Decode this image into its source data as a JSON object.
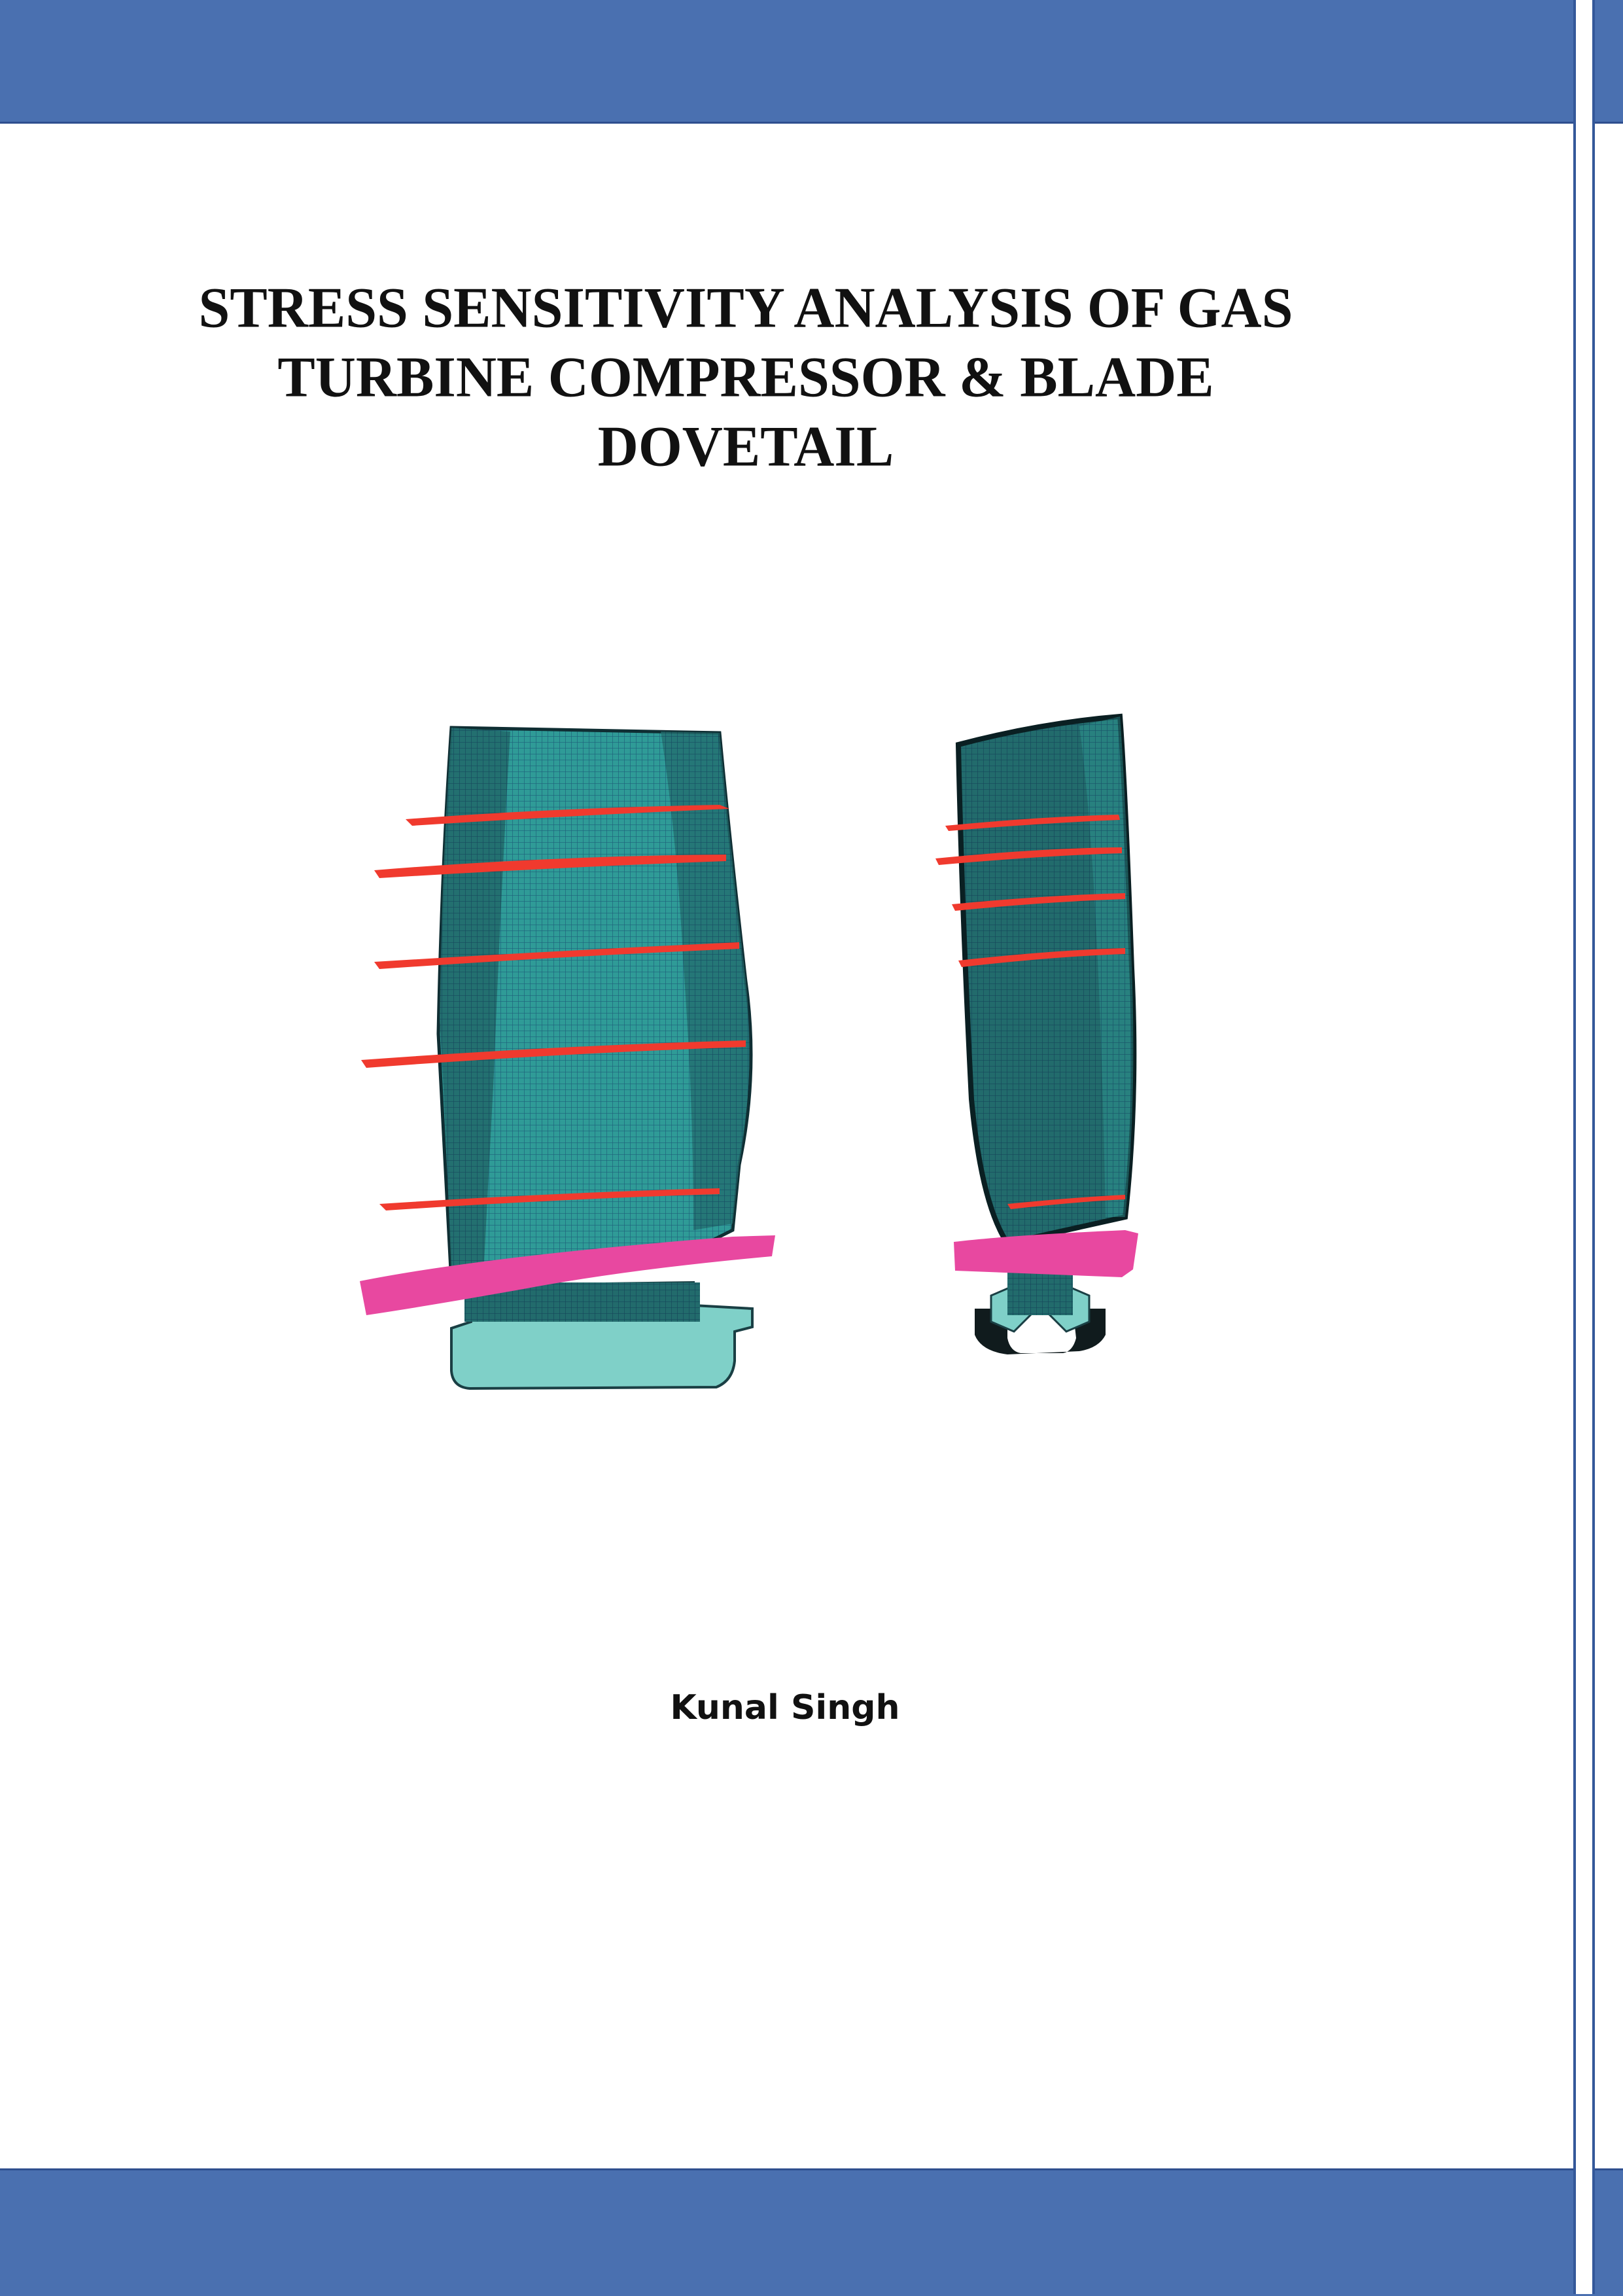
{
  "document": {
    "title_lines": [
      "STRESS SENSITIVITY ANALYSIS OF GAS",
      "TURBINE COMPRESSOR & BLADE",
      "DOVETAIL"
    ],
    "author": "Kunal Singh"
  },
  "figure": {
    "description": "Finite element meshes of two compressor blades with dovetail roots, showing red section cut lines and a magenta platform section",
    "colors": {
      "mesh_dark": "#1f5e63",
      "mesh_light": "#2f9b97",
      "root": "#7fd0c8",
      "section_lines": "#f03a2e",
      "platform_section": "#e848a0"
    }
  },
  "theme": {
    "band_color": "#4a70b0",
    "band_edge": "#2f4f8f"
  }
}
